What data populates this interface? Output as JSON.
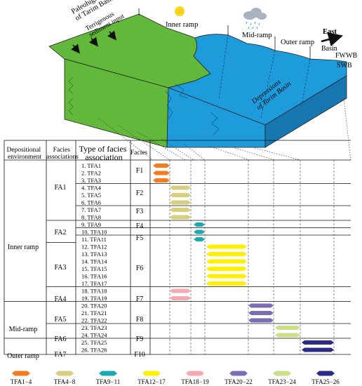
{
  "block": {
    "paleohighs": [
      "Paleohighs",
      "of Tarim Basin"
    ],
    "terrigenous": [
      "Terrigenous",
      "sediment input"
    ],
    "inner_ramp": "Inner ramp",
    "mid_ramp": "Mid-ramp",
    "outer_ramp": "Outer ramp",
    "east": "East",
    "basin": "Basin",
    "fwwb": "FWWB",
    "swb": "SWB",
    "depressions": [
      "Depressions",
      "of Tarim Basin"
    ]
  },
  "table": {
    "headers": {
      "env": [
        "Depositional",
        "environment"
      ],
      "fa": [
        "Facies",
        "associations"
      ],
      "type": [
        "Type of facies",
        "association"
      ],
      "facies": "Facies"
    },
    "environments": [
      {
        "label": "Inner ramp"
      },
      {
        "label": "Mid-ramp"
      },
      {
        "label": "Outer ramp"
      }
    ],
    "associations": [
      {
        "label": "FA1"
      },
      {
        "label": "FA2"
      },
      {
        "label": "FA3"
      },
      {
        "label": "FA4"
      },
      {
        "label": "FA5"
      },
      {
        "label": "FA6"
      },
      {
        "label": "FA7"
      }
    ],
    "facies": [
      {
        "label": "F1"
      },
      {
        "label": "F2"
      },
      {
        "label": "F3"
      },
      {
        "label": "F4"
      },
      {
        "label": "F5"
      },
      {
        "label": "F6"
      },
      {
        "label": "F7"
      },
      {
        "label": "F8"
      },
      {
        "label": "F9"
      },
      {
        "label": "F10"
      }
    ],
    "rows": [
      {
        "label": "1. TFA1",
        "column": 0
      },
      {
        "label": "2. TFA2",
        "column": 0
      },
      {
        "label": "3. TFA3",
        "column": 0
      },
      {
        "label": "4. TFA4",
        "column": 1
      },
      {
        "label": "5. TFA5",
        "column": 1
      },
      {
        "label": "6. TFA6",
        "column": 1
      },
      {
        "label": "7. TFA7",
        "column": 1
      },
      {
        "label": "8. TFA8",
        "column": 1
      },
      {
        "label": "9. TFA9",
        "column": 2
      },
      {
        "label": "10. TFA10",
        "column": 2
      },
      {
        "label": "11. TFA11",
        "column": 2
      },
      {
        "label": "12. TFA12",
        "column": 3
      },
      {
        "label": "13. TFA13",
        "column": 3
      },
      {
        "label": "14. TFA14",
        "column": 3
      },
      {
        "label": "15. TFA15",
        "column": 3
      },
      {
        "label": "16. TFA16",
        "column": 3
      },
      {
        "label": "17. TFA17",
        "column": 3
      },
      {
        "label": "18. TFA18",
        "column": 4
      },
      {
        "label": "19. TFA19",
        "column": 4
      },
      {
        "label": "20. TFA20",
        "column": 5
      },
      {
        "label": "21. TFA21",
        "column": 5
      },
      {
        "label": "22. TFA22",
        "column": 5
      },
      {
        "label": "23. TFA23",
        "column": 6
      },
      {
        "label": "24. TFA24",
        "column": 6
      },
      {
        "label": "25. TFA25",
        "column": 7
      },
      {
        "label": "26. TFA26",
        "column": 7
      }
    ]
  },
  "legend": [
    {
      "label": "TFA1−4",
      "color": "#f47c1f"
    },
    {
      "label": "TFA4−8",
      "color": "#d7cf7d"
    },
    {
      "label": "TFA9−11",
      "color": "#1aa9b2"
    },
    {
      "label": "TFA12−17",
      "color": "#fff000"
    },
    {
      "label": "TFA18−19",
      "color": "#f5a9b0"
    },
    {
      "label": "TFA20−22",
      "color": "#7b6cb4"
    },
    {
      "label": "TFA23−24",
      "color": "#c9e08a"
    },
    {
      "label": "TFA25−26",
      "color": "#2b2a86"
    }
  ],
  "colors": {
    "green": "#62b83a",
    "blue": "#1e9bdb",
    "sun": "#ffd21a",
    "cloud": "#a8b3bf",
    "rain": "#3aa0e0"
  }
}
